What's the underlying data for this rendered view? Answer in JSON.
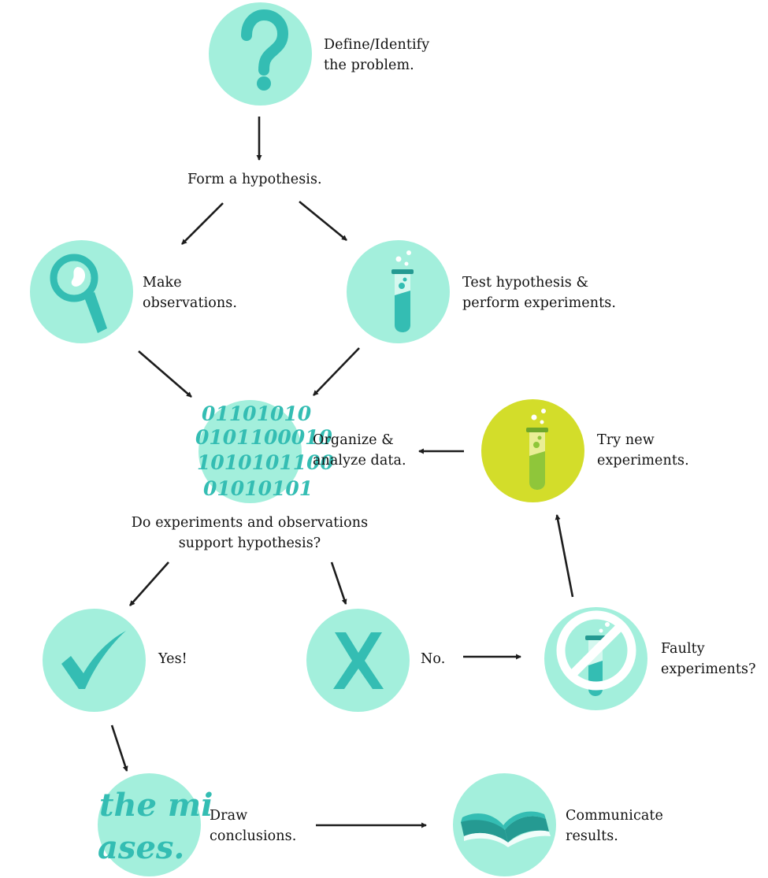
{
  "colors": {
    "circle": "#a3efdc",
    "circle_alt": "#d3dd2a",
    "icon": "#34bdb3",
    "icon_dark": "#259a92",
    "icon_alt": "#8fc63a",
    "arrow": "#1c1c1c"
  },
  "steps": {
    "define": {
      "icon": "question-mark-icon",
      "lines": [
        "Define/Identify",
        "the problem."
      ]
    },
    "hypothesis": {
      "lines": [
        "Form a hypothesis."
      ]
    },
    "observe": {
      "icon": "magnifying-glass-icon",
      "lines": [
        "Make",
        "observations."
      ]
    },
    "test": {
      "icon": "test-tube-icon",
      "lines": [
        "Test hypothesis &",
        "perform experiments."
      ]
    },
    "analyze": {
      "icon": "binary-data-icon",
      "binary_rows": [
        "01101010",
        "0101100010",
        "1010101100",
        "01010101"
      ],
      "lines": [
        "Organize &",
        "analyze data."
      ]
    },
    "try_new": {
      "icon": "test-tube-icon",
      "lines": [
        "Try new",
        "experiments."
      ]
    },
    "question": {
      "lines": [
        "Do experiments and observations",
        "support hypothesis?"
      ]
    },
    "yes": {
      "icon": "checkmark-icon",
      "lines": [
        "Yes!"
      ]
    },
    "no": {
      "icon": "x-mark-icon",
      "lines": [
        "No."
      ]
    },
    "faulty": {
      "icon": "no-test-tube-icon",
      "lines": [
        "Faulty",
        "experiments?"
      ]
    },
    "conclude": {
      "icon": "script-text-icon",
      "script_lines": [
        "the mi",
        "ases."
      ],
      "lines": [
        "Draw",
        "conclusions."
      ]
    },
    "communicate": {
      "icon": "open-book-icon",
      "lines": [
        "Communicate",
        "results."
      ]
    }
  }
}
